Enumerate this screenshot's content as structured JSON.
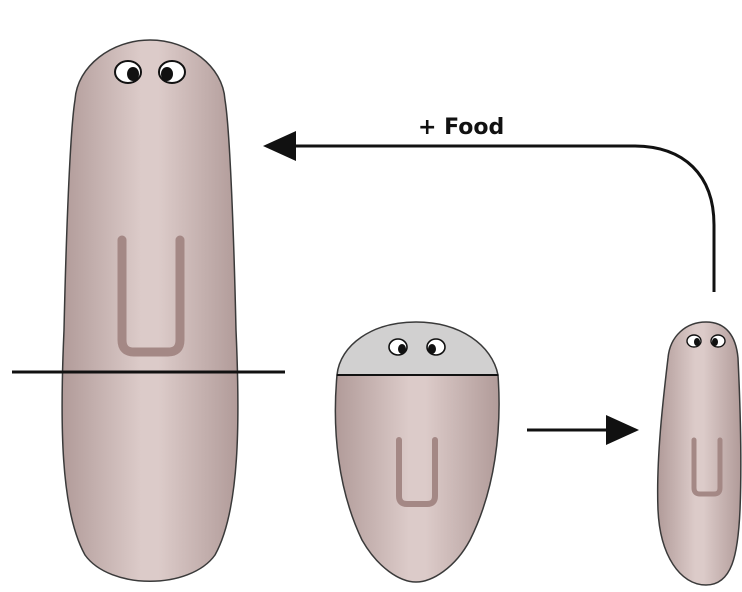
{
  "diagram": {
    "food_label": "+ Food",
    "colors": {
      "body_outer": "#b7a2a0",
      "body_inner": "#d7c6c4",
      "pharynx": "#a48885",
      "regenerated_head": "#d1d0d0",
      "outline": "#3a3a3a",
      "line": "#111111",
      "eye_white": "#ffffff",
      "pupil": "#111111"
    },
    "stages": [
      {
        "name": "large-flatworm-cut"
      },
      {
        "name": "regenerating-fragment"
      },
      {
        "name": "small-flatworm"
      }
    ],
    "arrows": [
      {
        "name": "growth-arrow",
        "from": "regenerating-fragment",
        "to": "small-flatworm"
      },
      {
        "name": "feeding-arrow",
        "from": "small-flatworm",
        "to": "large-flatworm-cut",
        "label": "+ Food"
      }
    ]
  }
}
